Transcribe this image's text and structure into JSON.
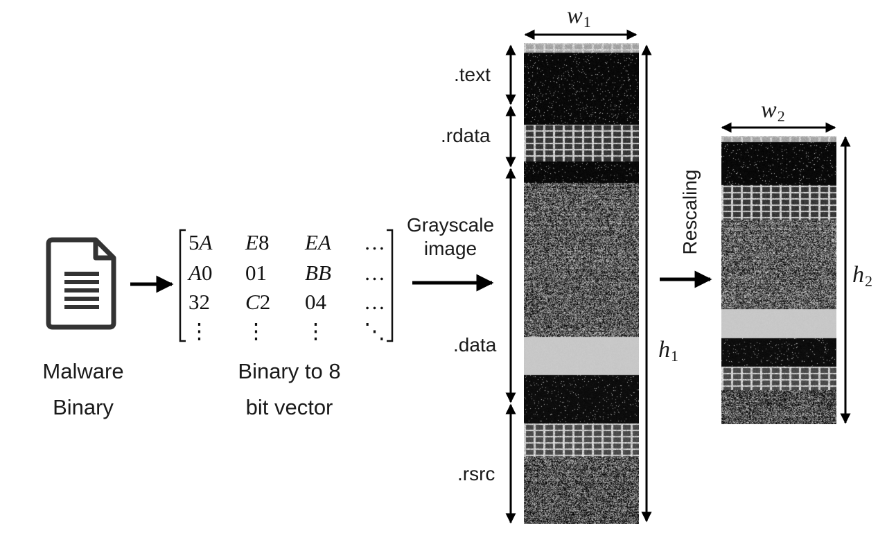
{
  "malware": {
    "line1": "Malware",
    "line2": "Binary"
  },
  "vector": {
    "caption_line1": "Binary to 8",
    "caption_line2": "bit vector",
    "rows": [
      [
        "5A",
        "E8",
        "EA",
        "…"
      ],
      [
        "A0",
        "01",
        "BB",
        "…"
      ],
      [
        "32",
        "C2",
        "04",
        "…"
      ],
      [
        "⋮",
        "⋮",
        "⋮",
        "⋱"
      ]
    ]
  },
  "grayscale_step": {
    "line1": "Grayscale",
    "line2": "image"
  },
  "sections": [
    ".text",
    ".rdata",
    ".data",
    ".rsrc"
  ],
  "image1": {
    "width_var": "w",
    "width_sub": "1",
    "height_var": "h",
    "height_sub": "1"
  },
  "rescale_step": {
    "label": "Rescaling"
  },
  "image2": {
    "width_var": "w",
    "width_sub": "2",
    "height_var": "h",
    "height_sub": "2"
  }
}
